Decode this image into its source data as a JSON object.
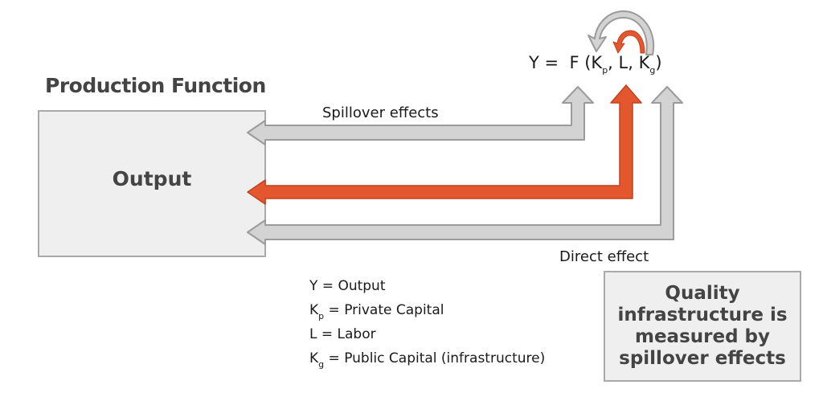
{
  "title": "Production Function",
  "output_label": "Output",
  "labels": {
    "spillover": "Spillover effects",
    "direct": "Direct effect"
  },
  "equation": {
    "lhs": "Y =",
    "f_open": "F (K",
    "kp_sub": "p",
    "mid": ", L, K",
    "kg_sub": "g",
    "close": ")"
  },
  "legend": [
    {
      "symbol": "Y",
      "sub": "",
      "text": "= Output"
    },
    {
      "symbol": "K",
      "sub": "p",
      "text": "= Private Capital"
    },
    {
      "symbol": "L",
      "sub": "",
      "text": "= Labor"
    },
    {
      "symbol": "K",
      "sub": "g",
      "text": "= Public Capital (infrastructure)"
    }
  ],
  "callout": "Quality infrastructure is measured by spillover effects",
  "colors": {
    "gray_fill": "#d3d3d3",
    "gray_stroke": "#9b9b9b",
    "accent": "#e4562e",
    "accent_stroke": "#c0431f",
    "box_fill": "#efefef"
  }
}
